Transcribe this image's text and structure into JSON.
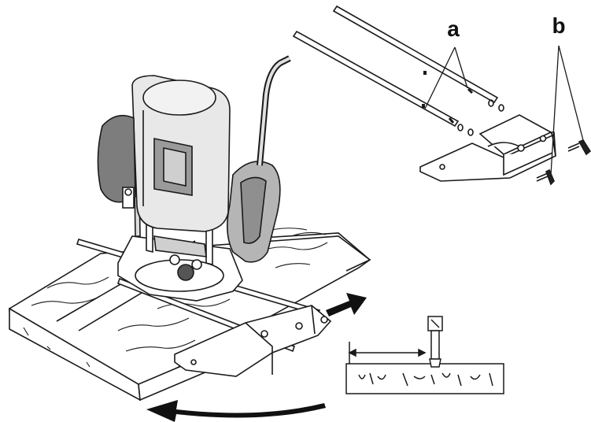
{
  "figure": {
    "labels": {
      "a": "a",
      "b": "b"
    },
    "parts": {
      "a": "guide rods",
      "b": "screws"
    },
    "colors": {
      "line": "#1a1a1a",
      "router_body": "#e6e6e6",
      "router_shade": "#8a8a8a",
      "handle": "#b5b5b5",
      "wood": "#ffffff",
      "arrow": "#111111"
    }
  }
}
